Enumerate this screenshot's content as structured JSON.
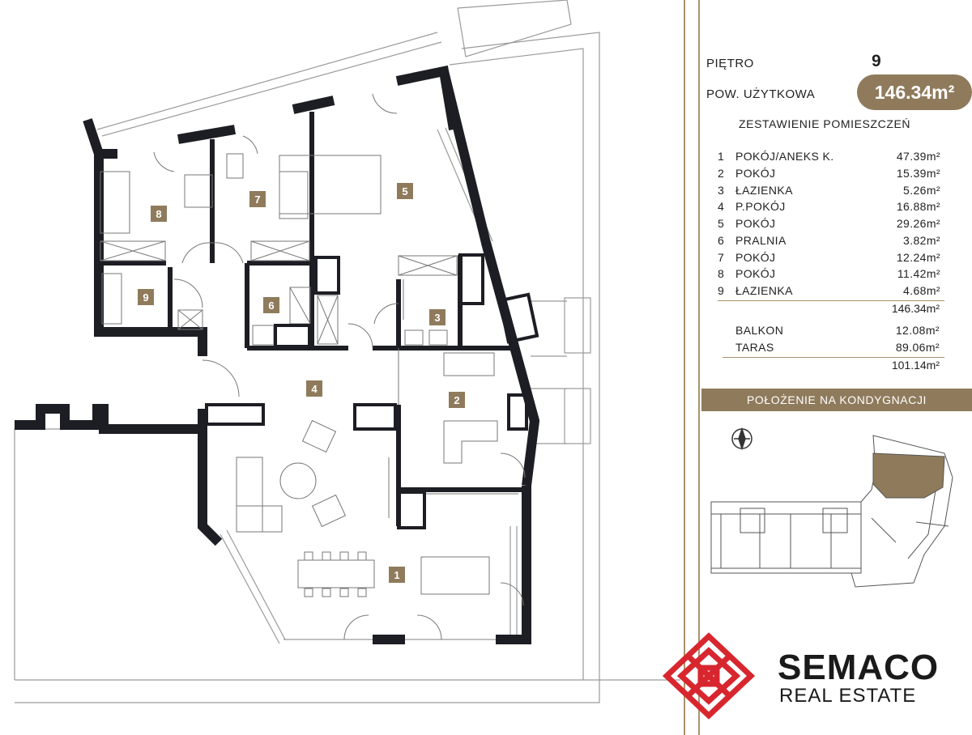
{
  "info": {
    "floor_label": "PIĘTRO",
    "floor_value": "9",
    "area_label": "POW. UŻYTKOWA",
    "area_value": "146.34m²",
    "rooms_title": "ZESTAWIENIE POMIESZCZEŃ",
    "rooms": [
      {
        "num": "1",
        "name": "POKÓJ/ANEKS K.",
        "area": "47.39m²"
      },
      {
        "num": "2",
        "name": "POKÓJ",
        "area": "15.39m²"
      },
      {
        "num": "3",
        "name": "ŁAZIENKA",
        "area": "5.26m²"
      },
      {
        "num": "4",
        "name": "P.POKÓJ",
        "area": "16.88m²"
      },
      {
        "num": "5",
        "name": "POKÓJ",
        "area": "29.26m²"
      },
      {
        "num": "6",
        "name": "PRALNIA",
        "area": "3.82m²"
      },
      {
        "num": "7",
        "name": "POKÓJ",
        "area": "12.24m²"
      },
      {
        "num": "8",
        "name": "POKÓJ",
        "area": "11.42m²"
      },
      {
        "num": "9",
        "name": "ŁAZIENKA",
        "area": "4.68m²"
      }
    ],
    "rooms_total": "146.34m²",
    "outdoor": [
      {
        "name": "BALKON",
        "area": "12.08m²"
      },
      {
        "name": "TARAS",
        "area": "89.06m²"
      }
    ],
    "outdoor_total": "101.14m²",
    "location_title": "POŁOŻENIE NA KONDYGNACJI"
  },
  "brand": {
    "name": "SEMACO",
    "subtitle": "REAL ESTATE"
  },
  "colors": {
    "accent": "#8f7b5c",
    "wall": "#1d1d24",
    "logo_red": "#d8262f",
    "line": "#a8936d"
  }
}
